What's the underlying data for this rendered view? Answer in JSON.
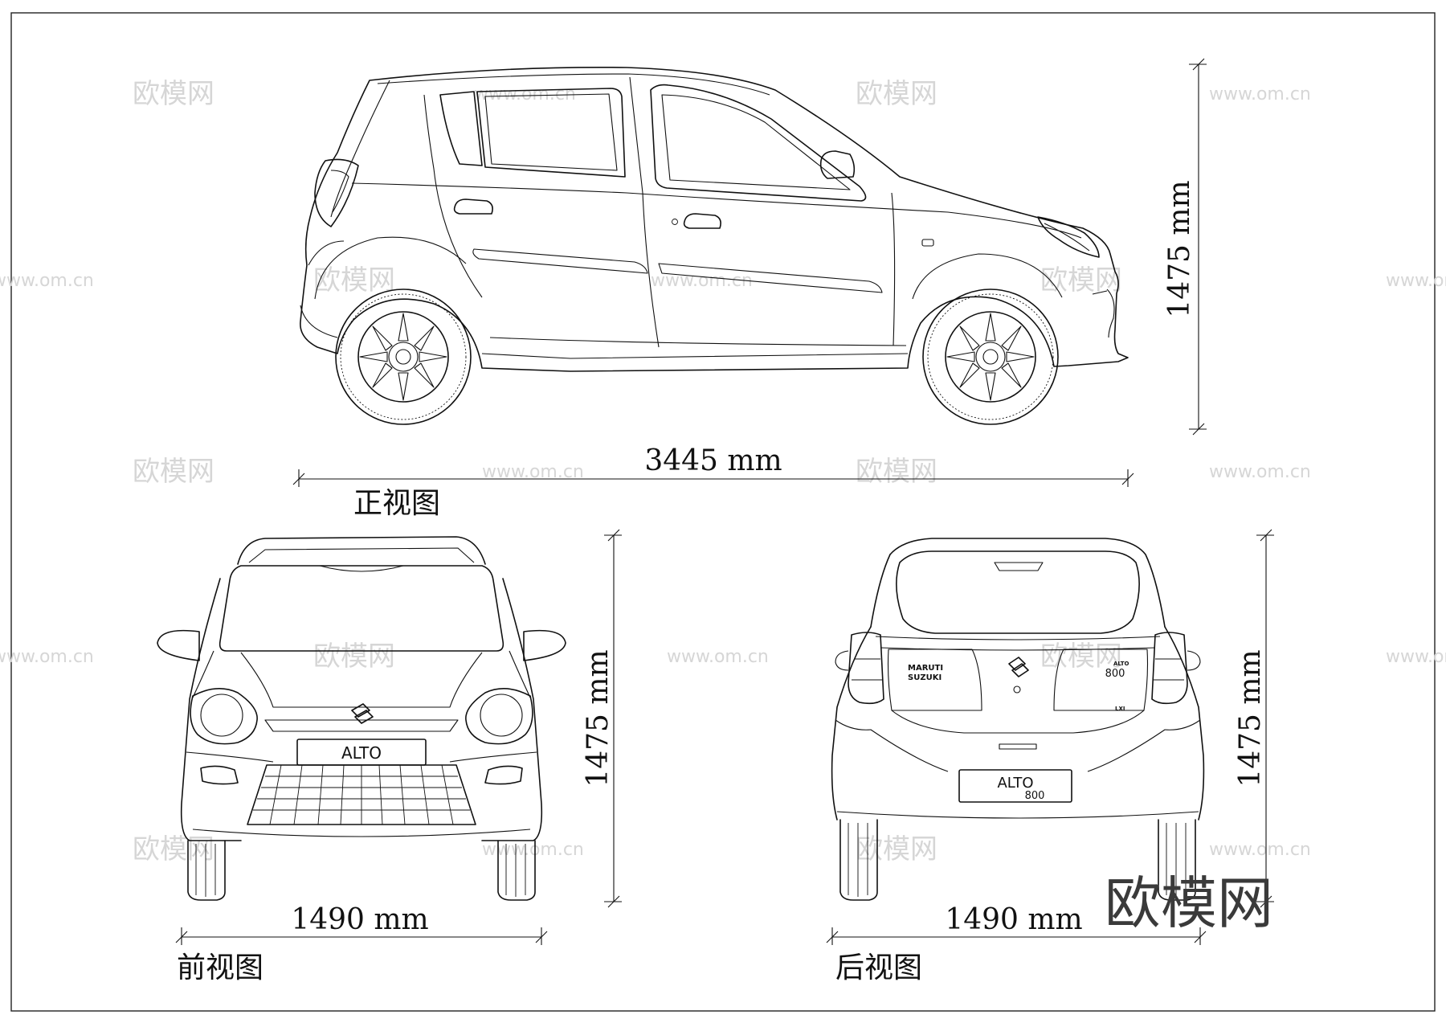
{
  "dimensions": {
    "side_length": "3445 mm",
    "side_height": "1475 mm",
    "front_width": "1490 mm",
    "front_height": "1475 mm",
    "rear_width": "1490 mm",
    "rear_height": "1475 mm"
  },
  "captions": {
    "side_view": "正视图",
    "front_view": "前视图",
    "rear_view": "后视图"
  },
  "front": {
    "plate": "ALTO"
  },
  "rear": {
    "plate_line1": "ALTO",
    "plate_line2": "800",
    "badge_left_line1": "MARUTI",
    "badge_left_line2": "SUZUKI",
    "badge_right": "800",
    "badge_small": "ALTO",
    "trim": "LXI"
  },
  "watermark": {
    "brand": "欧模网",
    "url": "www.om.cn"
  },
  "colors": {
    "line": "#111111",
    "watermark": "#d6d6d6",
    "logo": "#3a3a3a"
  }
}
